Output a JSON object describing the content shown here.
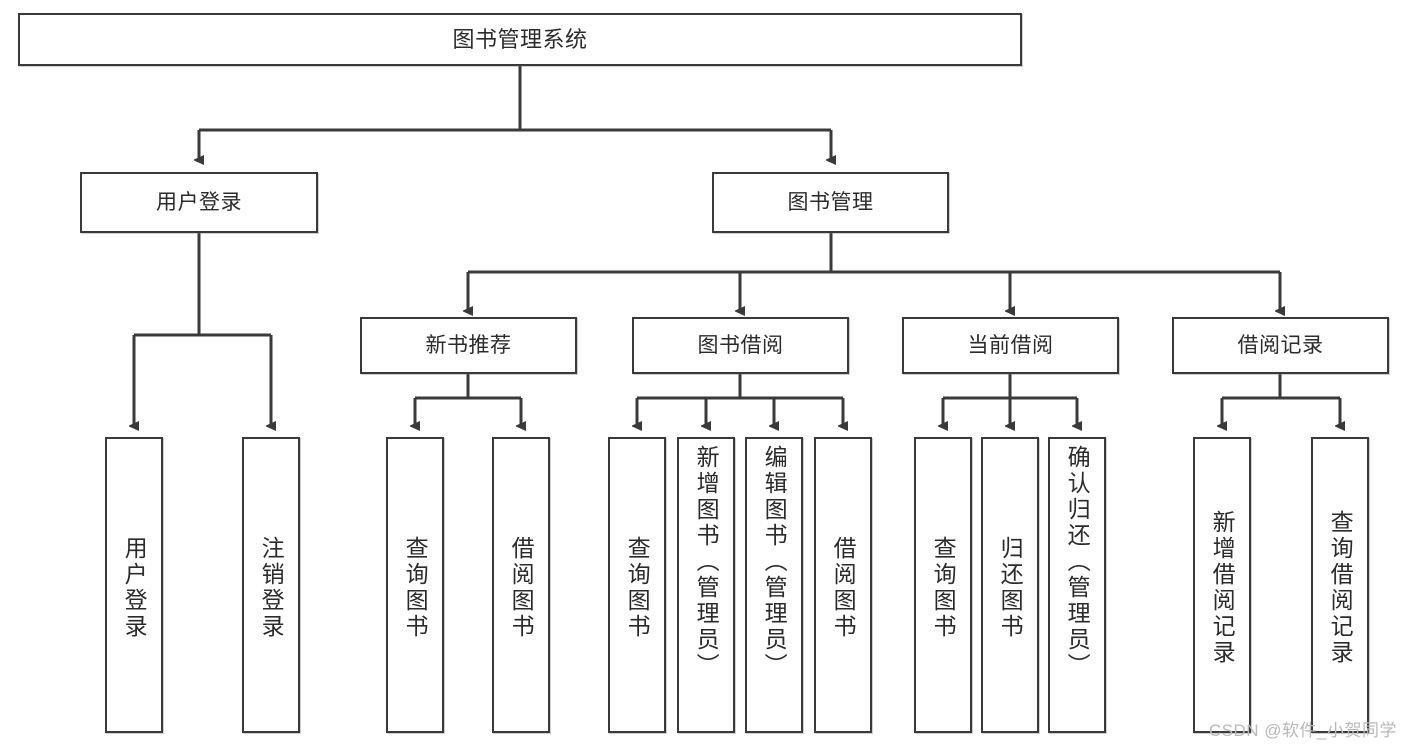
{
  "diagram": {
    "type": "tree-hierarchy",
    "title": "图书管理系统",
    "root": {
      "label": "图书管理系统"
    },
    "level2": [
      {
        "label": "用户登录"
      },
      {
        "label": "图书管理"
      }
    ],
    "level3": [
      {
        "label": "新书推荐"
      },
      {
        "label": "图书借阅"
      },
      {
        "label": "当前借阅"
      },
      {
        "label": "借阅记录"
      }
    ],
    "leaves": {
      "user_login": [
        {
          "label": "用户登录"
        },
        {
          "label": "注销登录"
        }
      ],
      "new_book_recommend": [
        {
          "label": "查询图书"
        },
        {
          "label": "借阅图书"
        }
      ],
      "book_borrow": [
        {
          "label": "查询图书"
        },
        {
          "label": "新增图书（管理员）"
        },
        {
          "label": "编辑图书（管理员）"
        },
        {
          "label": "借阅图书"
        }
      ],
      "current_borrow": [
        {
          "label": "查询图书"
        },
        {
          "label": "归还图书"
        },
        {
          "label": "确认归还（管理员）"
        }
      ],
      "borrow_record": [
        {
          "label": "新增借阅记录"
        },
        {
          "label": "查询借阅记录"
        }
      ]
    }
  },
  "watermark": {
    "text": "CSDN @软件_小贺同学"
  },
  "colors": {
    "stroke": "#3a3a3a",
    "text": "#2b2b2b",
    "background": "#ffffff",
    "watermark": "#b9b9b9"
  }
}
